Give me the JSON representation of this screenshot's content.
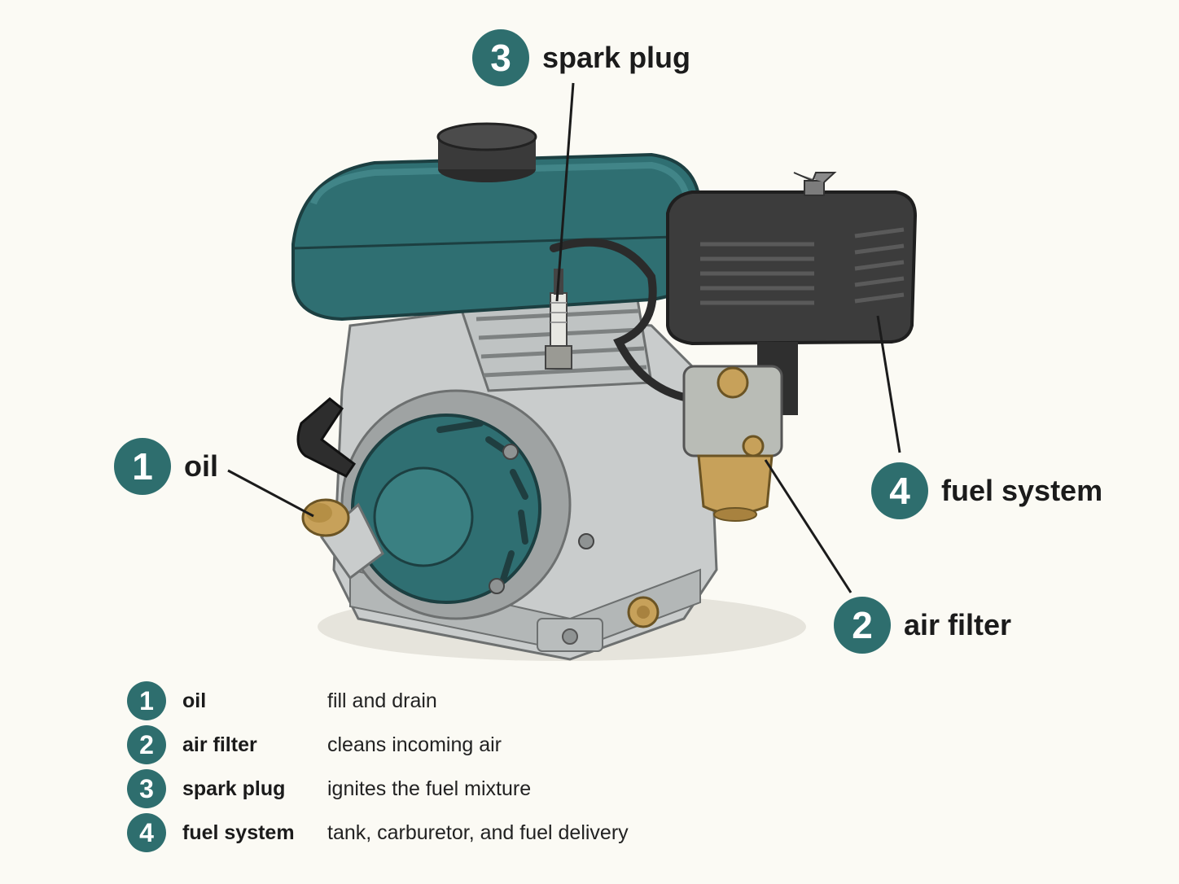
{
  "colors": {
    "background": "#fbfaf4",
    "badge": "#2e6e6e",
    "tank": "#2f6f72",
    "air_filter_housing": "#3c3c3c",
    "metal": "#c9cccc",
    "brass": "#c7a15a"
  },
  "callouts": [
    {
      "number": "1",
      "label": "oil"
    },
    {
      "number": "2",
      "label": "air filter"
    },
    {
      "number": "3",
      "label": "spark plug"
    },
    {
      "number": "4",
      "label": "fuel system"
    }
  ],
  "legend": [
    {
      "number": "1",
      "name": "oil",
      "description": "fill and drain"
    },
    {
      "number": "2",
      "name": "air filter",
      "description": "cleans incoming air"
    },
    {
      "number": "3",
      "name": "spark plug",
      "description": "ignites the fuel mixture"
    },
    {
      "number": "4",
      "name": "fuel system",
      "description": "tank, carburetor, and fuel delivery"
    }
  ]
}
